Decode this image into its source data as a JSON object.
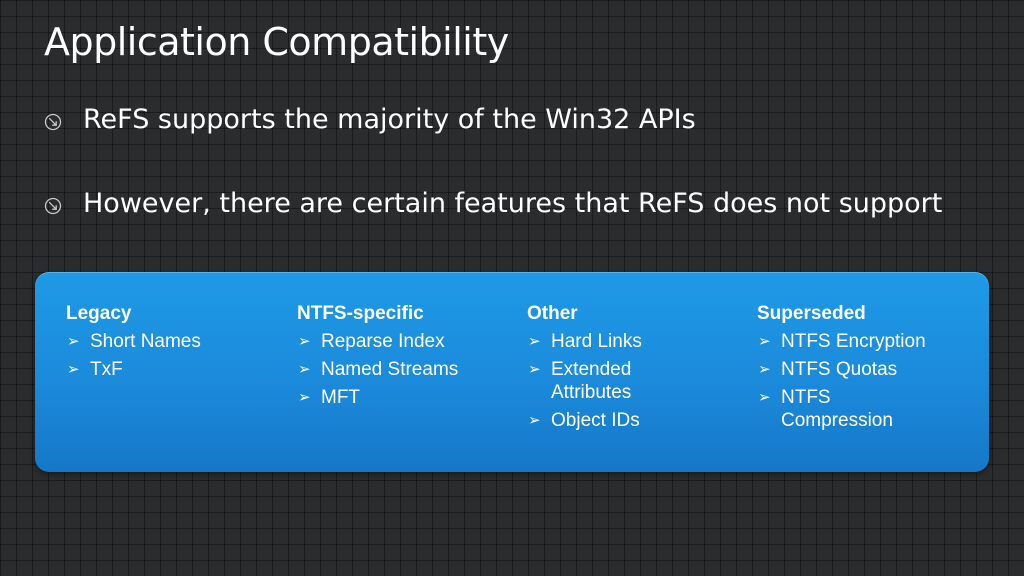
{
  "slide": {
    "title": "Application Compatibility",
    "bullets": [
      {
        "icon": "circle-arrow-icon",
        "text": "ReFS supports the majority of the Win32 APIs"
      },
      {
        "icon": "circle-arrow-icon",
        "text": "However, there are certain features that ReFS does not support"
      }
    ],
    "panel": {
      "color": "#1b8ada",
      "columns": [
        {
          "heading": "Legacy",
          "items": [
            "Short Names",
            "TxF"
          ]
        },
        {
          "heading": "NTFS-specific",
          "items": [
            "Reparse Index",
            "Named Streams",
            "MFT"
          ]
        },
        {
          "heading": "Other",
          "items": [
            "Hard Links",
            "Extended Attributes",
            "Object IDs"
          ]
        },
        {
          "heading": "Superseded",
          "items": [
            "NTFS Encryption",
            "NTFS Quotas",
            "NTFS Compression"
          ]
        }
      ]
    }
  }
}
